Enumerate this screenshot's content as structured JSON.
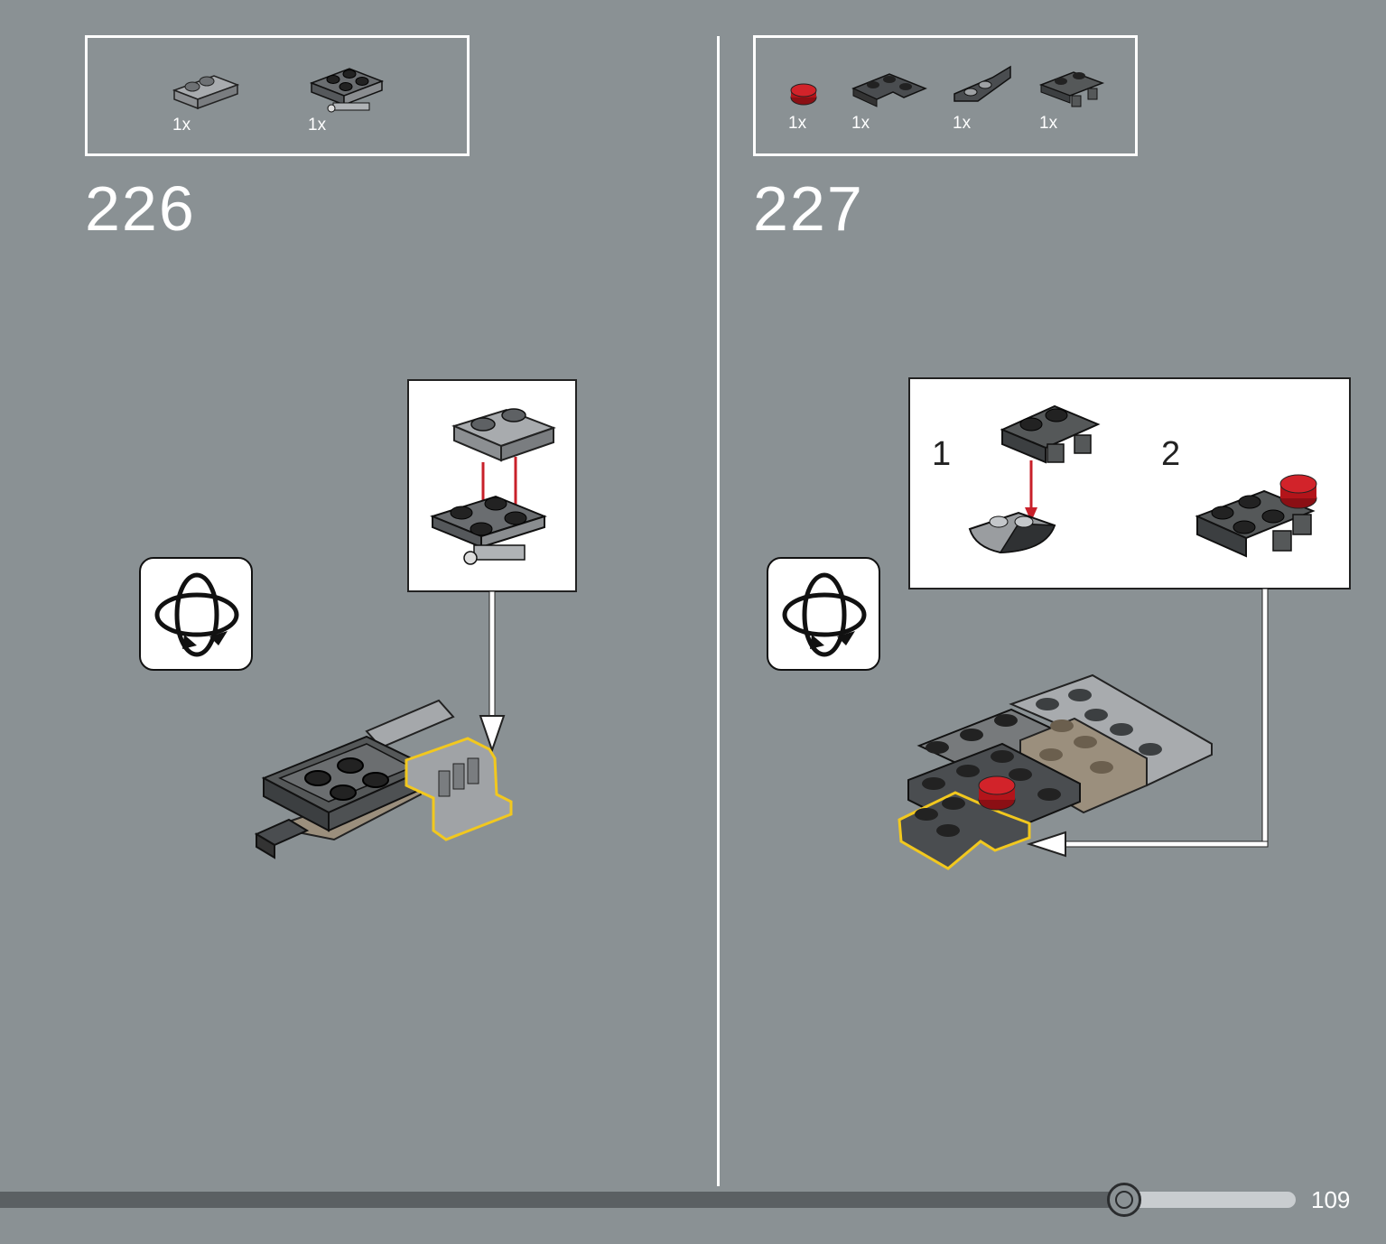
{
  "page": {
    "number": "109"
  },
  "progress": {
    "fraction": 0.87
  },
  "step_226": {
    "number": "226",
    "parts": [
      {
        "icon": "plate-1x2-rail-icon",
        "qty": "1x"
      },
      {
        "icon": "plate-2x2-clip-icon",
        "qty": "1x"
      }
    ]
  },
  "step_227": {
    "number": "227",
    "parts": [
      {
        "icon": "red-round-plate-icon",
        "qty": "1x"
      },
      {
        "icon": "corner-plate-icon",
        "qty": "1x"
      },
      {
        "icon": "curved-slope-icon",
        "qty": "1x"
      },
      {
        "icon": "clip-plate-icon",
        "qty": "1x"
      }
    ],
    "substeps": [
      "1",
      "2"
    ]
  },
  "colors": {
    "background": "#8a9194",
    "dark_brick": "#4a4d50",
    "light_brick": "#9a9da0",
    "tan_brick": "#9b8f7d",
    "red_brick": "#c4161c",
    "highlight": "#f2c81e",
    "arrow_red": "#c8202a"
  }
}
